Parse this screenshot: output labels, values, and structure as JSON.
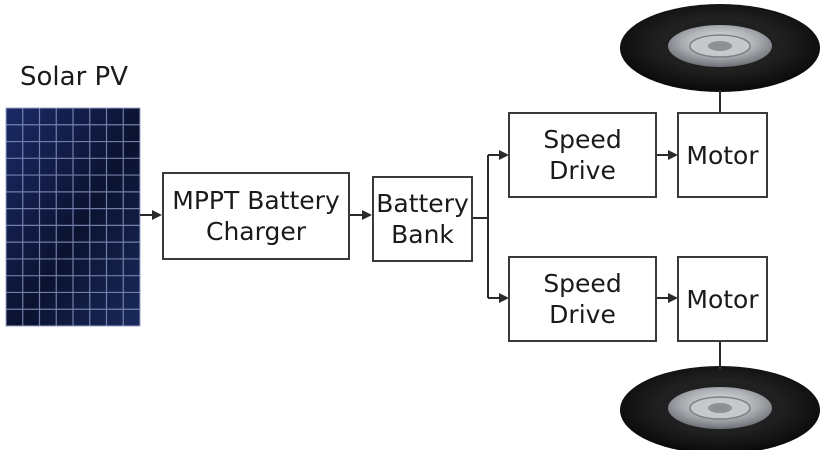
{
  "diagram": {
    "solar_label": "Solar PV",
    "blocks": {
      "charger": "MPPT Battery\nCharger",
      "battery": "Battery\nBank",
      "drive_top": "Speed\nDrive",
      "drive_bottom": "Speed\nDrive",
      "motor_top": "Motor",
      "motor_bottom": "Motor"
    }
  },
  "colors": {
    "panel_cell": "#0b1230",
    "panel_grid": "#8a98c4",
    "box_border": "#3a3a3a",
    "arrow": "#2a2a2a",
    "tire": "#111111",
    "rim": "#a7a9ab"
  },
  "icons": [
    "solar-panel-icon",
    "wheel-icon",
    "arrow-icon"
  ]
}
